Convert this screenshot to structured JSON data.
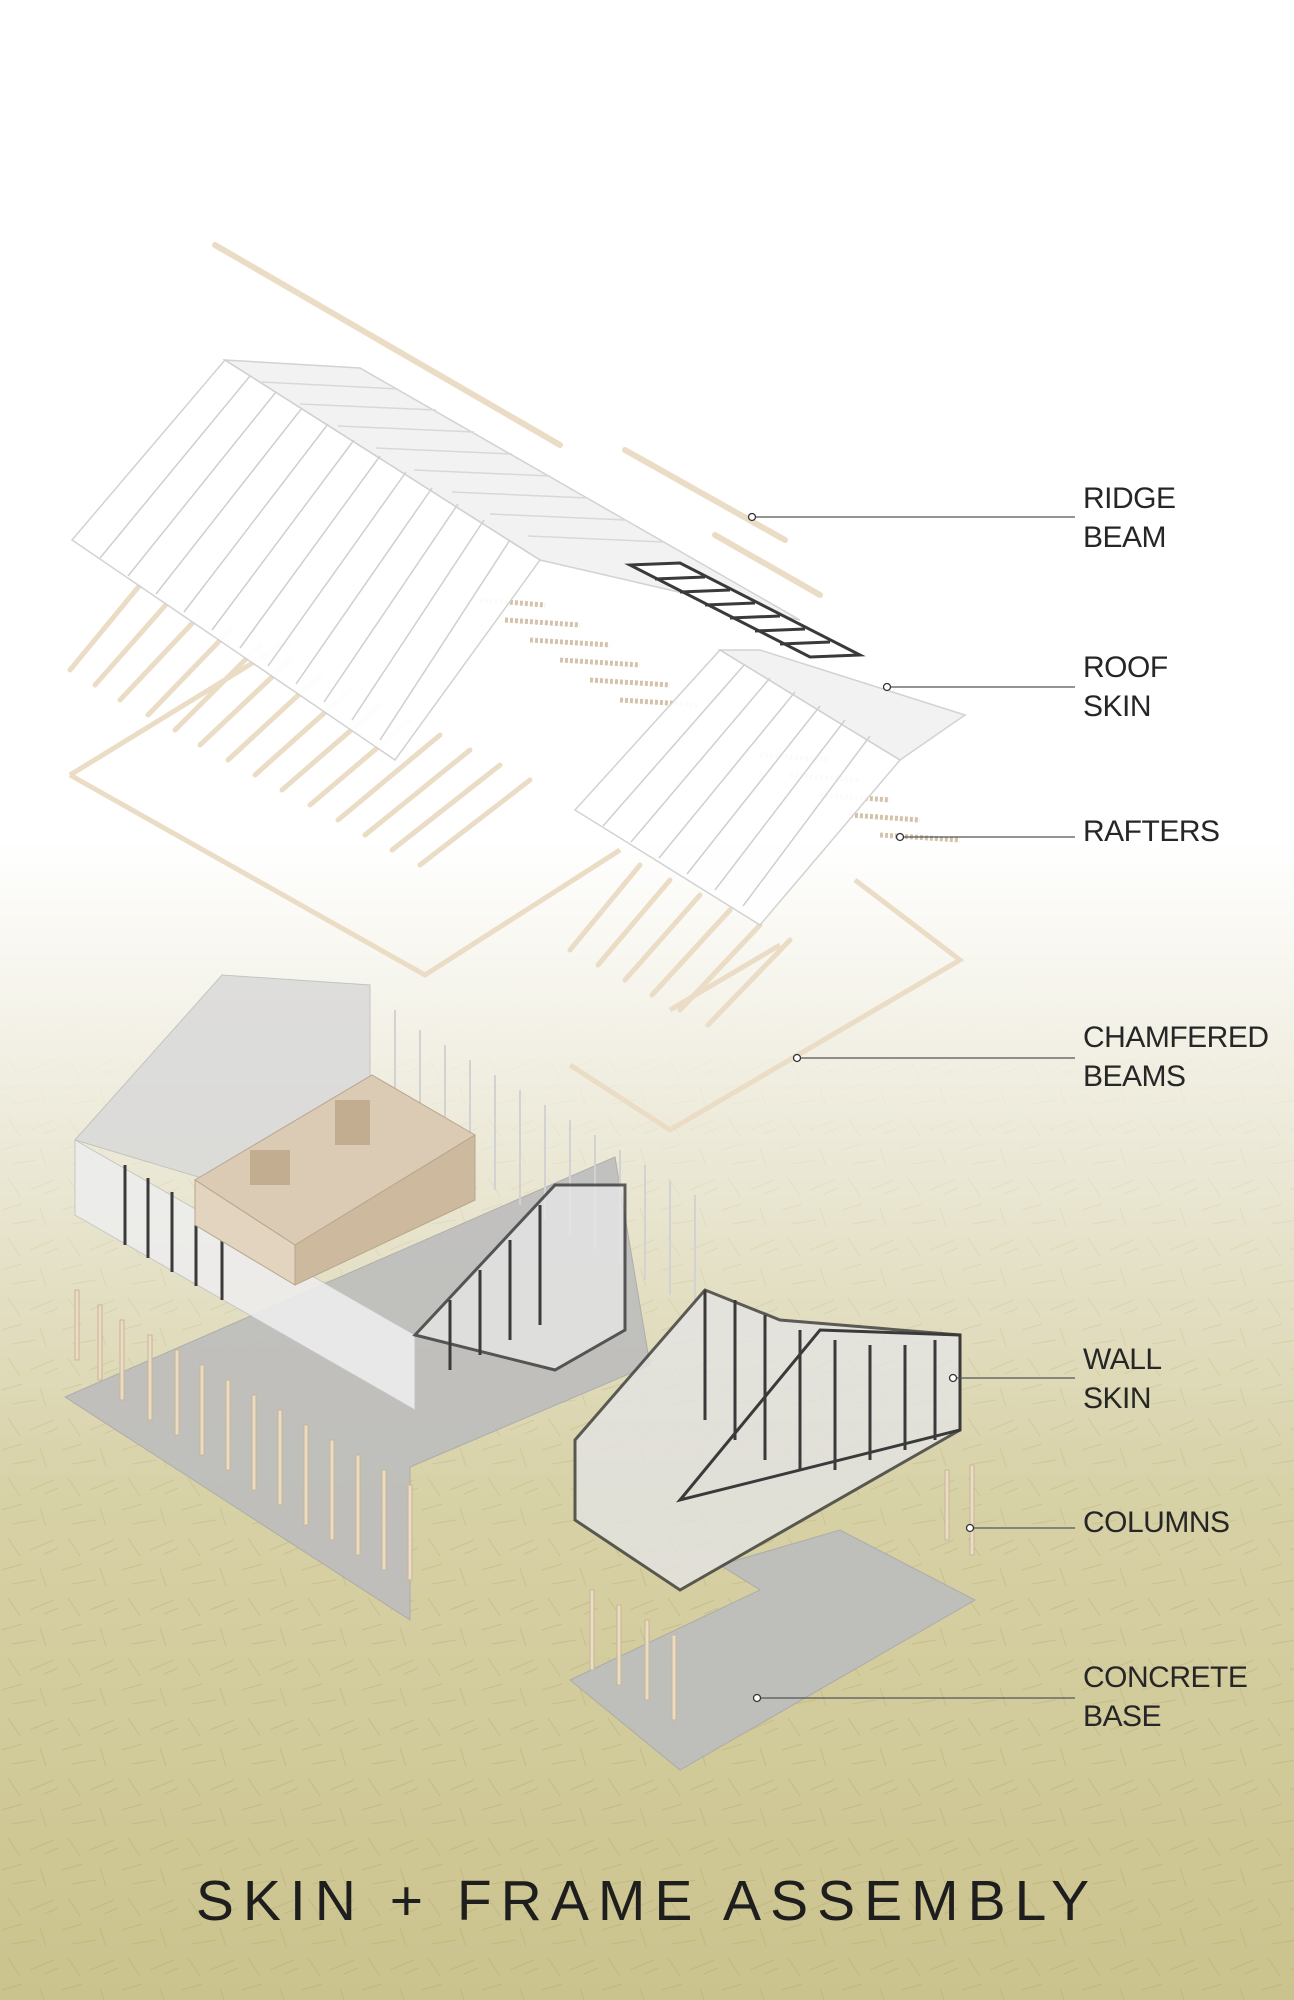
{
  "title": "SKIN + FRAME ASSEMBLY",
  "labels": {
    "ridge_beam": [
      "RIDGE",
      "BEAM"
    ],
    "roof_skin": [
      "ROOF",
      "SKIN"
    ],
    "rafters": [
      "RAFTERS"
    ],
    "chamfered_beams": [
      "CHAMFERED",
      "BEAMS"
    ],
    "wall_skin": [
      "WALL",
      "SKIN"
    ],
    "columns": [
      "COLUMNS"
    ],
    "concrete_base": [
      "CONCRETE",
      "BASE"
    ]
  },
  "colors": {
    "timber": "#ebdcc5",
    "timber_edge": "#c9b595",
    "roof_panel": "#ffffff",
    "glass": "#e9e9e9",
    "frame": "#3a3a3a",
    "concrete": "#bdbdbd",
    "core": "#dccbb4",
    "grass": "#cbc38d",
    "leader": "#555555"
  }
}
